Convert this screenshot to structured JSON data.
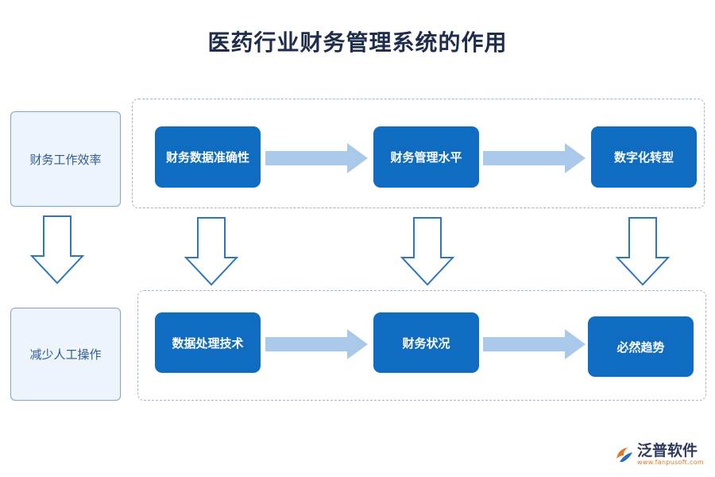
{
  "title": "医药行业财务管理系统的作用",
  "rows": [
    {
      "side_label": "财务工作效率",
      "nodes": [
        "财务数据准确性",
        "财务管理水平",
        "数字化转型"
      ]
    },
    {
      "side_label": "减少人工操作",
      "nodes": [
        "数据处理技术",
        "财务状况",
        "必然趋势"
      ]
    }
  ],
  "logo": {
    "name": "泛普软件",
    "url": "www.fanpusoft.com"
  },
  "colors": {
    "node_fill": "#0f6cc0",
    "arrow_fill": "#a9c8ea",
    "side_fill": "#eef4fb",
    "side_border": "#7aa6d6",
    "dashed_border": "#9cb6d6"
  }
}
